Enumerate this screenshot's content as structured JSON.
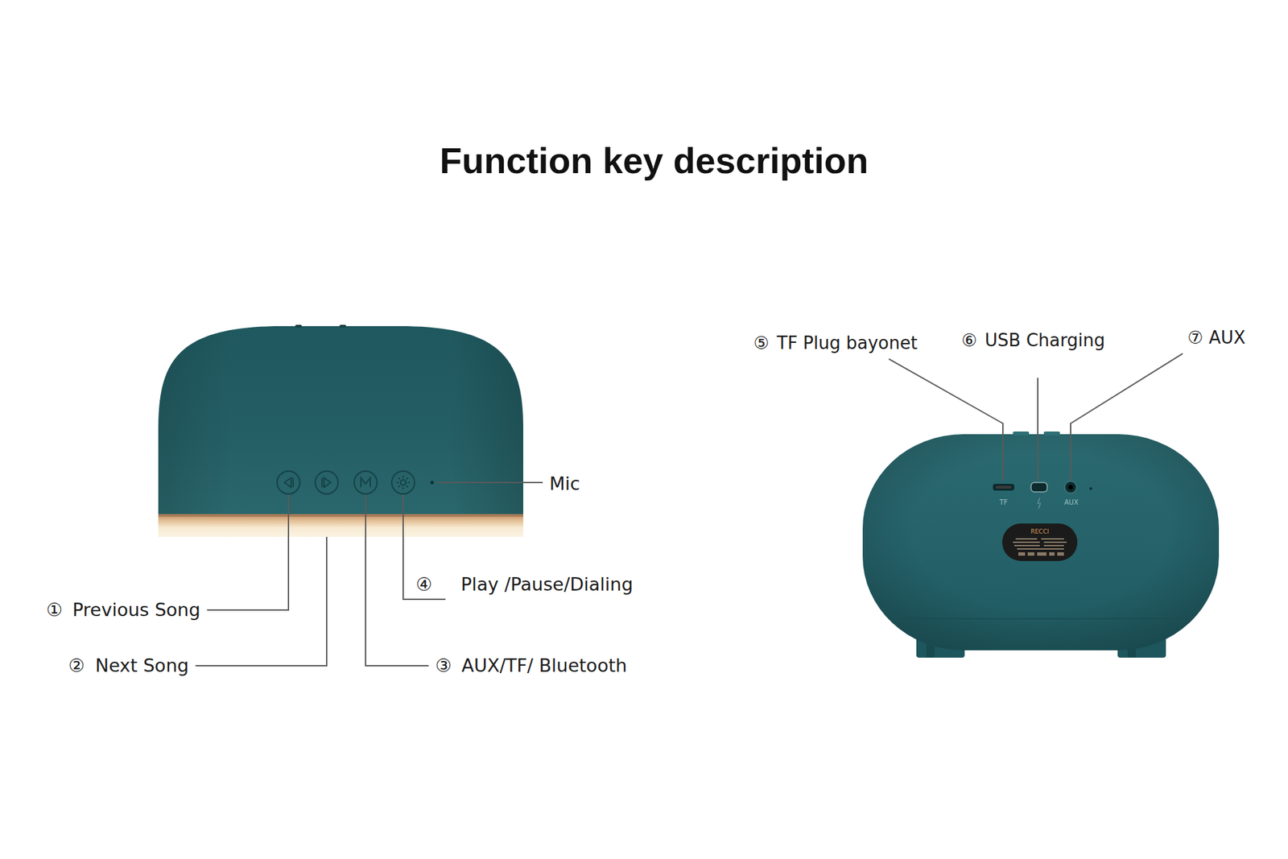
{
  "diagram": {
    "title": "Function key description",
    "labels": [
      "①",
      "Previous Song",
      "②",
      "Next Song",
      "③",
      "AUX/TF/ Bluetooth",
      "④",
      "Play /Pause/Dialing",
      "Mic",
      "⑤",
      "TF Plug bayonet",
      "⑥",
      "USB Charging",
      "⑦",
      "AUX",
      "TF",
      "AUX",
      "RECCI"
    ]
  }
}
